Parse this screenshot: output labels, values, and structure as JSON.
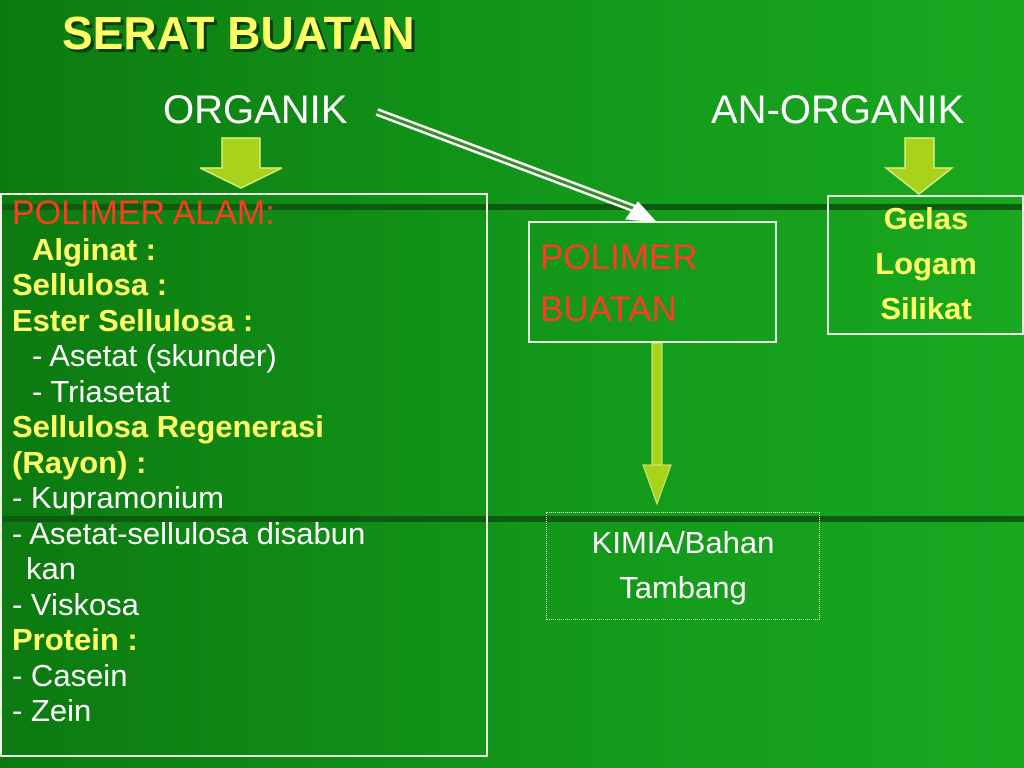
{
  "title": "SERAT BUATAN",
  "headings": {
    "organik": "ORGANIK",
    "anorganik": "AN-ORGANIK"
  },
  "polimer_alam": {
    "heading": "POLIMER ALAM:",
    "items": [
      {
        "text": "Alginat :",
        "style": "yel",
        "indent": 1
      },
      {
        "text": "Sellulosa :",
        "style": "yel",
        "indent": 0
      },
      {
        "text": "Ester Sellulosa :",
        "style": "yel",
        "indent": 0
      },
      {
        "text": "- Asetat (skunder)",
        "style": "wht",
        "indent": 1
      },
      {
        "text": "- Triasetat",
        "style": "wht",
        "indent": 1
      },
      {
        "text": "Sellulosa Regenerasi",
        "style": "yel",
        "indent": 0
      },
      {
        "text": "(Rayon) :",
        "style": "yel",
        "indent": 0
      },
      {
        "text": "- Kupramonium",
        "style": "wht",
        "indent": 0
      },
      {
        "text": "- Asetat-sellulosa disabun",
        "style": "wht",
        "indent": 0
      },
      {
        "text": "kan",
        "style": "wht",
        "indent": 2
      },
      {
        "text": "- Viskosa",
        "style": "wht",
        "indent": 0
      },
      {
        "text": "Protein :",
        "style": "yel",
        "indent": 0
      },
      {
        "text": "- Casein",
        "style": "wht",
        "indent": 0
      },
      {
        "text": "- Zein",
        "style": "wht",
        "indent": 0
      }
    ]
  },
  "polimer_buatan": {
    "line1": "POLIMER",
    "line2": "BUATAN"
  },
  "anorganik_box": {
    "line1": "Gelas",
    "line2": "Logam",
    "line3": "Silikat"
  },
  "kimia": {
    "line1": "KIMIA/Bahan",
    "line2": "Tambang"
  },
  "colors": {
    "title": "#ffff66",
    "red": "#ff3b22",
    "yellow": "#ffff66",
    "arrow": "#a8d21c"
  }
}
